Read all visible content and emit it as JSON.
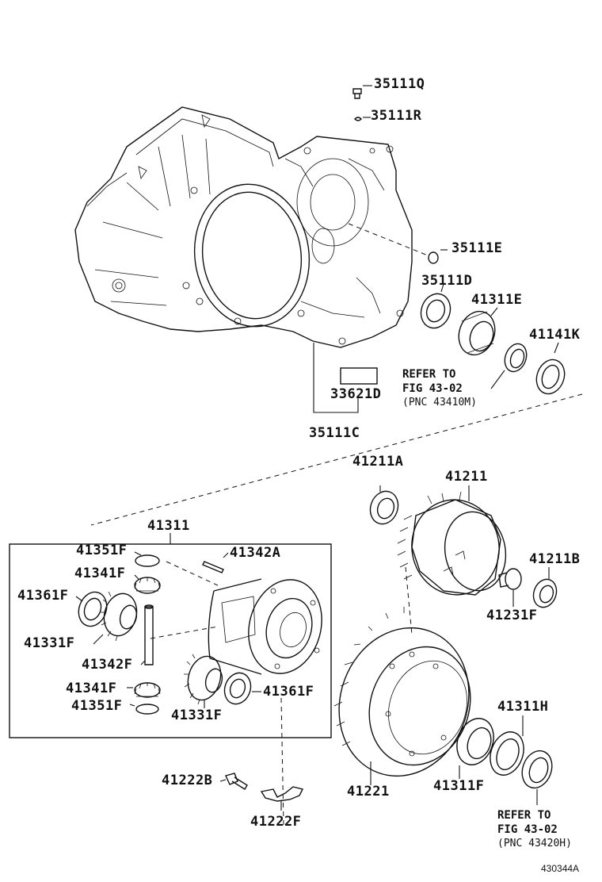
{
  "labels": {
    "p35111Q": "35111Q",
    "p35111R": "35111R",
    "p35111E": "35111E",
    "p35111D": "35111D",
    "p41311E": "41311E",
    "p41141K": "41141K",
    "p33621D": "33621D",
    "p35111C": "35111C",
    "p41211A": "41211A",
    "p41211": "41211",
    "p41311": "41311",
    "p41211B": "41211B",
    "p41351F_top": "41351F",
    "p41342A": "41342A",
    "p41341F_top": "41341F",
    "p41361F_left": "41361F",
    "p41331F_left": "41331F",
    "p41342F": "41342F",
    "p41231F": "41231F",
    "p41341F_bottom": "41341F",
    "p41351F_bottom": "41351F",
    "p41331F_bottom": "41331F",
    "p41361F_right": "41361F",
    "p41311H": "41311H",
    "p41222B": "41222B",
    "p41221": "41221",
    "p41311F": "41311F",
    "p41222F": "41222F"
  },
  "references": {
    "top": {
      "line1": "REFER TO",
      "line2": "FIG 43-02",
      "line3": "(PNC 43410M)"
    },
    "bottom": {
      "line1": "REFER TO",
      "line2": "FIG 43-02",
      "line3": "(PNC 43420H)"
    }
  },
  "figure_code": "430344A"
}
